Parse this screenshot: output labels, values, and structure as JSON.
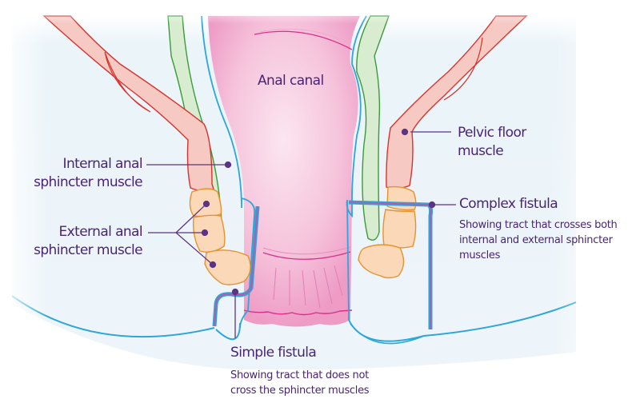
{
  "labels": {
    "anal_canal": "Anal canal",
    "pelvic_floor": [
      "Pelvic floor",
      "muscle"
    ],
    "internal_sphincter": [
      "Internal anal",
      "sphincter muscle"
    ],
    "external_sphincter": [
      "External anal",
      "sphincter muscle"
    ],
    "complex_fistula": {
      "title": "Complex fistula",
      "description": [
        "Showing tract that crosses both",
        "internal and external sphincter",
        "muscles"
      ]
    },
    "simple_fistula": {
      "title": "Simple fistula",
      "description": [
        "Showing tract that does not",
        "cross the sphincter muscles"
      ]
    }
  },
  "colors": {
    "text": "#4a2474",
    "leader": "#5b3483",
    "pelvic_muscle_fill": "#f6c9c3",
    "pelvic_muscle_stroke": "#d8332f",
    "internal_sphincter_fill": "#d8eccf",
    "internal_sphincter_stroke": "#3c9a3a",
    "external_sphincter_fill": "#fbd9b8",
    "external_sphincter_stroke": "#e8912e",
    "canal_fill": "#f4b8d6",
    "canal_stroke": "#d6308a",
    "mucosa_stroke": "#2ea6d9",
    "tissue_fill": "#eef5fa",
    "fistula_tract": "#b35ca8"
  }
}
